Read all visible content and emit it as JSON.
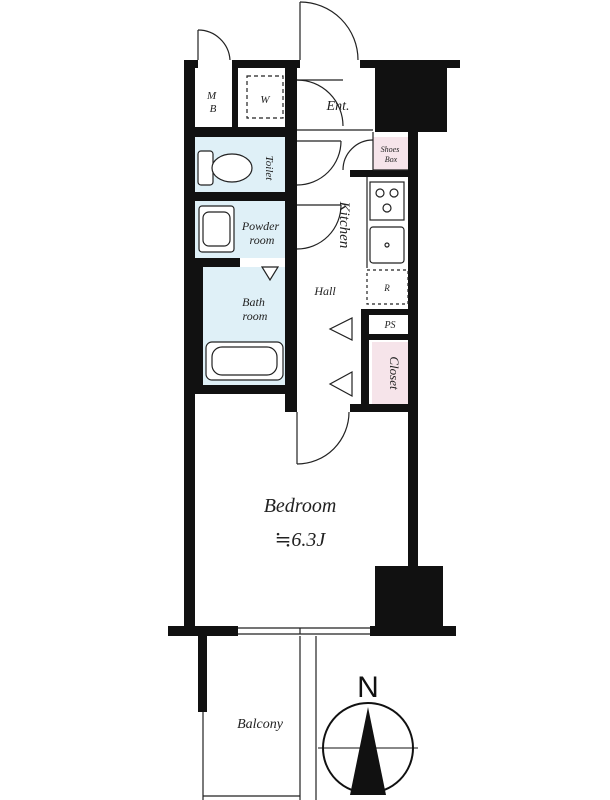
{
  "floor_plan": {
    "rooms": {
      "mb": "M\nB",
      "w": "W",
      "entrance": "Ent.",
      "shoes_box": "Shoes\nBox",
      "toilet": "Toilet",
      "kitchen": "Kitchen",
      "powder_room": "Powder\nroom",
      "bath_room": "Bath\nroom",
      "hall": "Hall",
      "refrigerator": "R",
      "ps": "PS",
      "closet": "Closet",
      "bedroom": "Bedroom",
      "bedroom_size": "≒6.3J",
      "balcony": "Balcony"
    },
    "compass": {
      "label": "N"
    },
    "colors": {
      "wall": "#111111",
      "wet_area": "#dff0f7",
      "shoes_box_fill": "#f6e4ea",
      "closet_fill": "#f6e4ea",
      "background": "#ffffff"
    }
  }
}
